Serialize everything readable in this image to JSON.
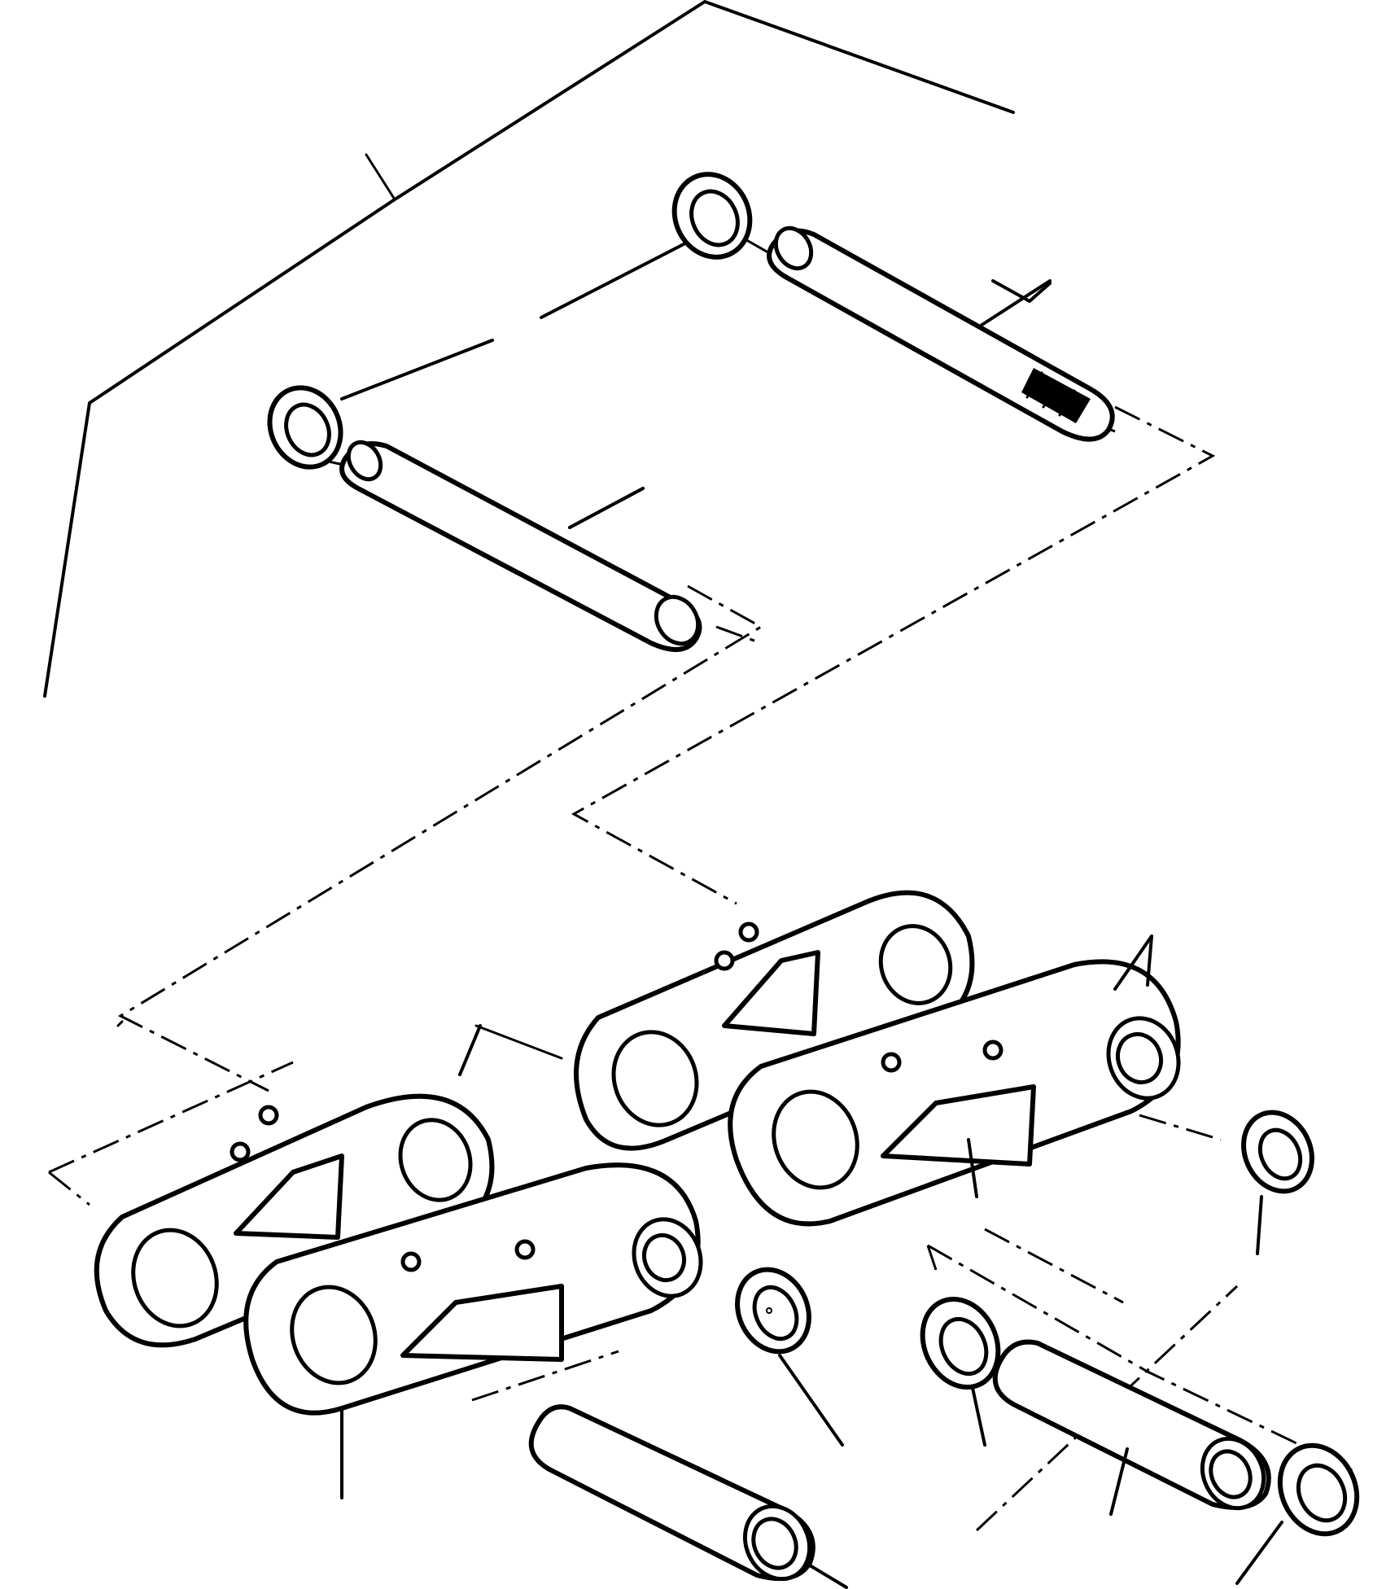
{
  "drawing": {
    "kind": "exploded-view line drawing",
    "colors": {
      "line": "#000000",
      "paper": "#ffffff"
    },
    "parts": [
      "pin-top",
      "pin-middle",
      "seal-ring-top",
      "seal-ring-middle",
      "link-rear-left",
      "link-front-left",
      "link-rear-right",
      "link-front-right",
      "bushing-left",
      "bushing-right",
      "seal-ring-left-bottom",
      "seal-ring-right-inner",
      "seal-ring-right-outer",
      "seal-ring-right-far"
    ]
  }
}
